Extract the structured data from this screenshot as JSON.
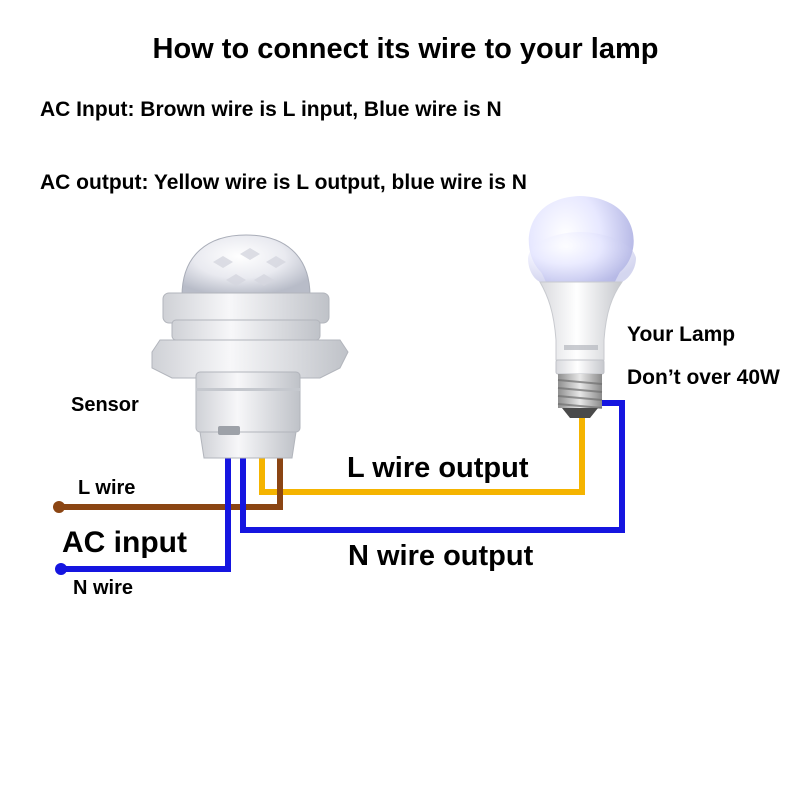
{
  "title": "How to connect its wire to your lamp",
  "instructions": {
    "line1": "AC Input: Brown wire is L input, Blue wire is N",
    "line2": "AC output: Yellow wire is L output, blue wire is N"
  },
  "labels": {
    "sensor": "Sensor",
    "lamp": "Your Lamp",
    "lamp_note": "Don’t over 40W",
    "l_wire_output": "L wire output",
    "l_wire": "L wire",
    "ac_input": "AC input",
    "n_wire_output": "N wire output",
    "n_wire": "N wire"
  },
  "colors": {
    "brown_wire": "#8B4513",
    "blue_wire": "#1515e0",
    "yellow_wire": "#f5b400",
    "text": "#000000",
    "background": "#ffffff"
  },
  "icons": {
    "sensor": "pir-motion-sensor-icon",
    "lamp": "led-bulb-icon"
  }
}
